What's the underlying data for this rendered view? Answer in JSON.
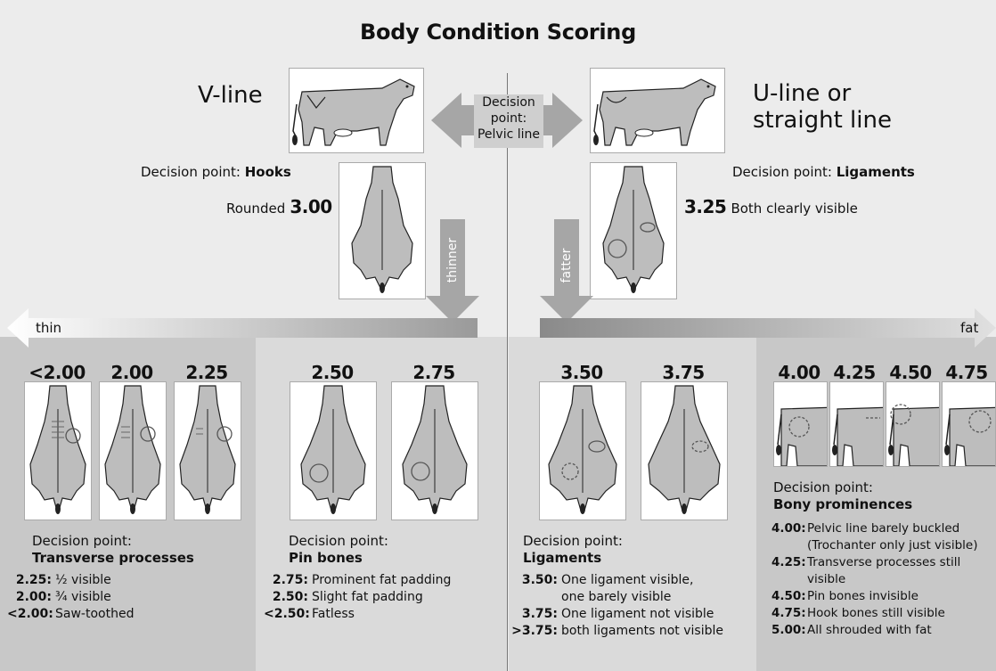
{
  "title": "Body Condition Scoring",
  "top": {
    "left_heading": "V-line",
    "right_heading_line1": "U-line or",
    "right_heading_line2": "straight line",
    "center_decision_line1": "Decision",
    "center_decision_line2": "point:",
    "center_decision_line3": "Pelvic line",
    "left_dp_prefix": "Decision point: ",
    "left_dp_bold": "Hooks",
    "right_dp_prefix": "Decision point: ",
    "right_dp_bold": "Ligaments",
    "left_score_label": "Rounded",
    "left_score": "3.00",
    "right_score": "3.25",
    "right_score_label": "Both clearly visible",
    "thinner_label": "thinner",
    "fatter_label": "fatter"
  },
  "scale": {
    "thin_label": "thin",
    "fat_label": "fat"
  },
  "groups": [
    {
      "scores": [
        "<2.00",
        "2.00",
        "2.25"
      ],
      "dp_prefix": "Decision point:",
      "dp_bold": "Transverse processes",
      "criteria": [
        {
          "label": "2.25:",
          "text": "½ visible"
        },
        {
          "label": "2.00:",
          "text": "¾ visible"
        },
        {
          "label": "<2.00:",
          "text": "Saw-toothed"
        }
      ]
    },
    {
      "scores": [
        "2.50",
        "2.75"
      ],
      "dp_prefix": "Decision point:",
      "dp_bold": "Pin bones",
      "criteria": [
        {
          "label": "2.75:",
          "text": "Prominent fat padding"
        },
        {
          "label": "2.50:",
          "text": "Slight fat padding"
        },
        {
          "label": "<2.50:",
          "text": "Fatless"
        }
      ]
    },
    {
      "scores": [
        "3.50",
        "3.75"
      ],
      "dp_prefix": "Decision point:",
      "dp_bold": "Ligaments",
      "criteria": [
        {
          "label": "3.50:",
          "text": "One ligament visible,"
        },
        {
          "label": "",
          "text": "one barely visible"
        },
        {
          "label": "3.75:",
          "text": "One ligament not visible"
        },
        {
          "label": ">3.75:",
          "text": "both ligaments not visible"
        }
      ]
    },
    {
      "scores": [
        "4.00",
        "4.25",
        "4.50",
        "4.75"
      ],
      "dp_prefix": "Decision point:",
      "dp_bold": "Bony prominences",
      "criteria": [
        {
          "label": "4.00:",
          "text": "Pelvic line barely buckled"
        },
        {
          "label": "",
          "text": "(Trochanter only just visible)"
        },
        {
          "label": "4.25:",
          "text": "Transverse processes still"
        },
        {
          "label": "",
          "text": "visible"
        },
        {
          "label": "4.50:",
          "text": "Pin bones invisible"
        },
        {
          "label": "4.75:",
          "text": "Hook bones still visible"
        },
        {
          "label": "5.00:",
          "text": "All shrouded with fat"
        }
      ]
    }
  ],
  "colors": {
    "panel_dark": "#c9c9c9",
    "panel_mid": "#d9d9d9",
    "arrow_gray": "#a6a6a6",
    "cow_fill": "#bdbdbd",
    "page": "#ececec"
  },
  "icons": {
    "cow_side": "cow-side-view-icon",
    "cow_rear": "cow-rear-view-icon",
    "arrow": "arrow-icon"
  }
}
